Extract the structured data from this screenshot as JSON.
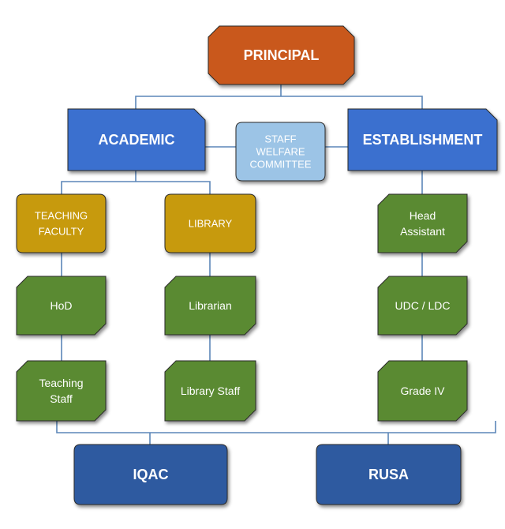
{
  "diagram": {
    "nodes": {
      "principal": {
        "lines": [
          "PRINCIPAL"
        ],
        "color": "#c9581b"
      },
      "academic": {
        "lines": [
          "ACADEMIC"
        ],
        "color": "#3a70cf"
      },
      "staff_welfare": {
        "lines": [
          "STAFF",
          "WELFARE",
          "COMMITTEE"
        ],
        "color": "#9cc4e6"
      },
      "establishment": {
        "lines": [
          "ESTABLISHMENT"
        ],
        "color": "#3a70cf"
      },
      "teaching_faculty": {
        "lines": [
          "TEACHING",
          "FACULTY"
        ],
        "color": "#c79a0b"
      },
      "library": {
        "lines": [
          "LIBRARY"
        ],
        "color": "#c79a0b"
      },
      "head_assistant": {
        "lines": [
          "Head",
          "Assistant"
        ],
        "color": "#5a8a33"
      },
      "hod": {
        "lines": [
          "HoD"
        ],
        "color": "#5a8a33"
      },
      "librarian": {
        "lines": [
          "Librarian"
        ],
        "color": "#5a8a33"
      },
      "udc_ldc": {
        "lines": [
          "UDC / LDC"
        ],
        "color": "#5a8a33"
      },
      "teaching_staff": {
        "lines": [
          "Teaching",
          "Staff"
        ],
        "color": "#5a8a33"
      },
      "library_staff": {
        "lines": [
          "Library Staff"
        ],
        "color": "#5a8a33"
      },
      "grade_iv": {
        "lines": [
          "Grade IV"
        ],
        "color": "#5a8a33"
      },
      "iqac": {
        "lines": [
          "IQAC"
        ],
        "color": "#2f5aa0"
      },
      "rusa": {
        "lines": [
          "RUSA"
        ],
        "color": "#2f5aa0"
      }
    },
    "connector_color": "#5b86b8"
  }
}
